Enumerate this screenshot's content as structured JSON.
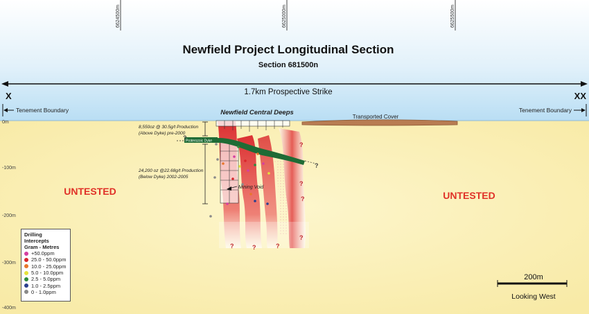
{
  "title": "Newfield Project Longitudinal Section",
  "subtitle": "Section 681500n",
  "northings": [
    "6624500m",
    "6625000m",
    "6625500m"
  ],
  "strike": {
    "left_label": "X",
    "right_label": "XX",
    "text": "1.7km Prospective Strike"
  },
  "tenement_left": "Tenement Boundary",
  "tenement_right": "Tenement Boundary",
  "central_deeps": "Newfield Central Deeps",
  "transported_cover": "Transported Cover",
  "depths": [
    "0m",
    "-100m",
    "-200m",
    "-300m",
    "-400m"
  ],
  "untested_left": "UNTESTED",
  "untested_right": "UNTESTED",
  "production_above": [
    "8,550oz @ 30.5g/t Production",
    "(Above Dyke) pre-2000"
  ],
  "production_below": [
    "24,200 oz @22.68g/t Production",
    "(Below Dyke) 2002-2005"
  ],
  "dyke_label": "Proterozoic Dyke",
  "mining_void": "Mining Void",
  "question_mark": "?",
  "legend": {
    "title_1": "Drilling Intercepts",
    "title_2": "Gram - Metres",
    "items": [
      {
        "label": "+50.0ppm",
        "color": "#d63fa0"
      },
      {
        "label": "25.0 - 50.0ppm",
        "color": "#d9262b"
      },
      {
        "label": "10.0 - 25.0ppm",
        "color": "#e8762c"
      },
      {
        "label": "5.0 - 10.0ppm",
        "color": "#e6e23a"
      },
      {
        "label": "2.5 - 5.0ppm",
        "color": "#2e8b3c"
      },
      {
        "label": "1.0 - 2.5ppm",
        "color": "#2a3f8f"
      },
      {
        "label": "0 - 1.0ppm",
        "color": "#8a8a8a"
      }
    ]
  },
  "scale": {
    "label": "200m",
    "direction": "Looking West"
  },
  "colors": {
    "ground": "#fbf1b8",
    "sky": "#c7e5f6",
    "dyke": "#1f6b35",
    "untested": "#e03128",
    "mineral": "#d9262b"
  }
}
